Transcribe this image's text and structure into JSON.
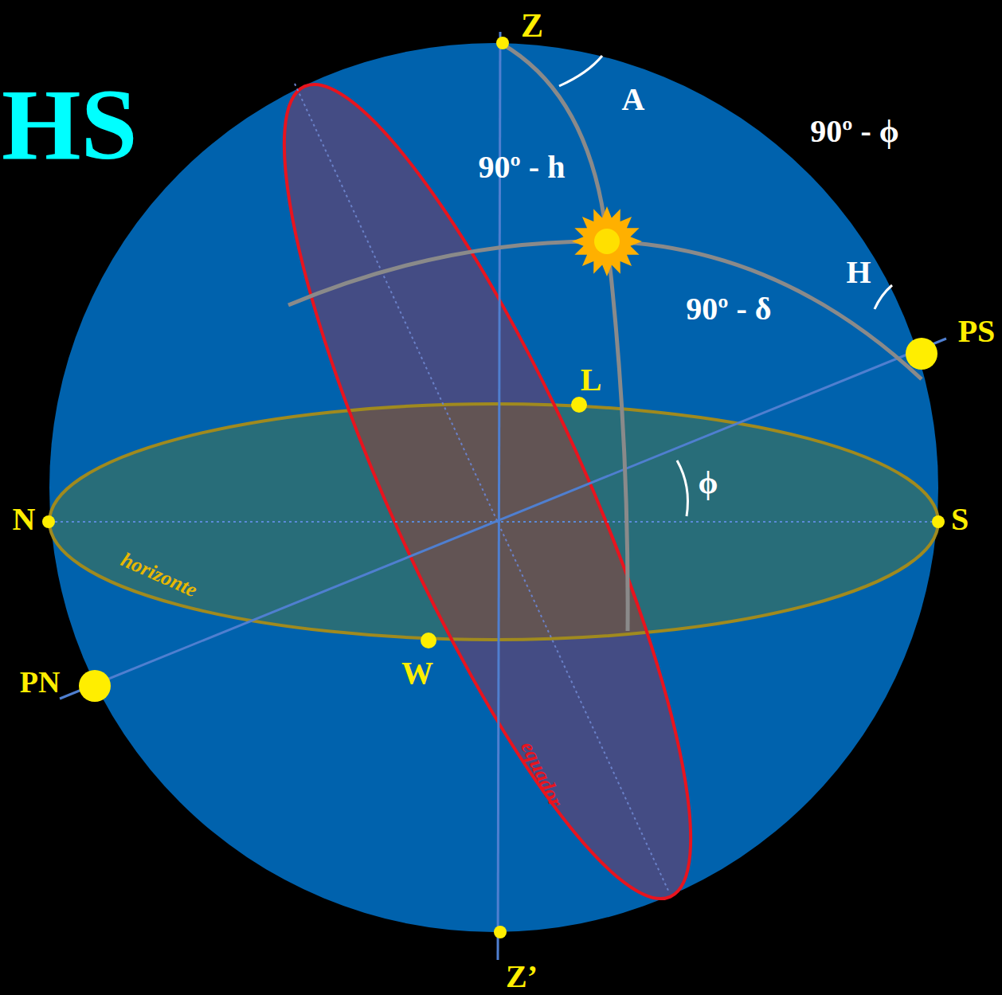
{
  "diagram": {
    "title": "HS",
    "labels": [
      "Z",
      "A",
      "90º - h",
      "90º - ϕ",
      "H",
      "90º - δ",
      "PS",
      "L",
      "ϕ",
      "N",
      "S",
      "horizonte",
      "PN",
      "W",
      "equador",
      "Z’"
    ]
  }
}
